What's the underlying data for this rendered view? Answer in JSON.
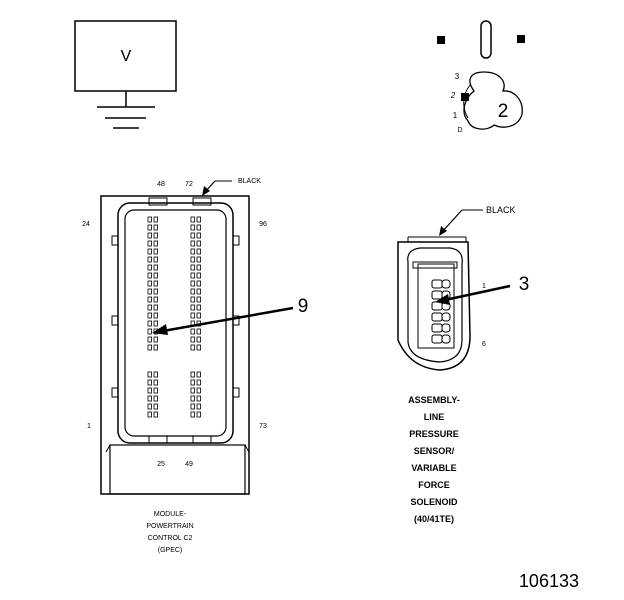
{
  "voltmeter": {
    "symbol": "V"
  },
  "test_callouts": {
    "probe_step": "2"
  },
  "pcm_connector": {
    "pin_labels": {
      "p48": "48",
      "p72": "72",
      "p24": "24",
      "p96": "96",
      "p1": "1",
      "p73": "73",
      "p25": "25",
      "p49": "49"
    },
    "color_label": "BLACK",
    "caption": [
      "MODULE-",
      "POWERTRAIN",
      "CONTROL C2",
      "(GPEC)"
    ],
    "callout": "9"
  },
  "sensor_connector": {
    "color_label": "BLACK",
    "pin_labels": {
      "first": "1",
      "last": "6"
    },
    "callout": "3",
    "caption": [
      "ASSEMBLY-",
      "LINE",
      "PRESSURE",
      "SENSOR/",
      "VARIABLE",
      "FORCE",
      "SOLENOID",
      "(40/41TE)"
    ]
  },
  "switch_positions": [
    "3",
    "2",
    "1",
    "D"
  ],
  "figure_number": "106133"
}
